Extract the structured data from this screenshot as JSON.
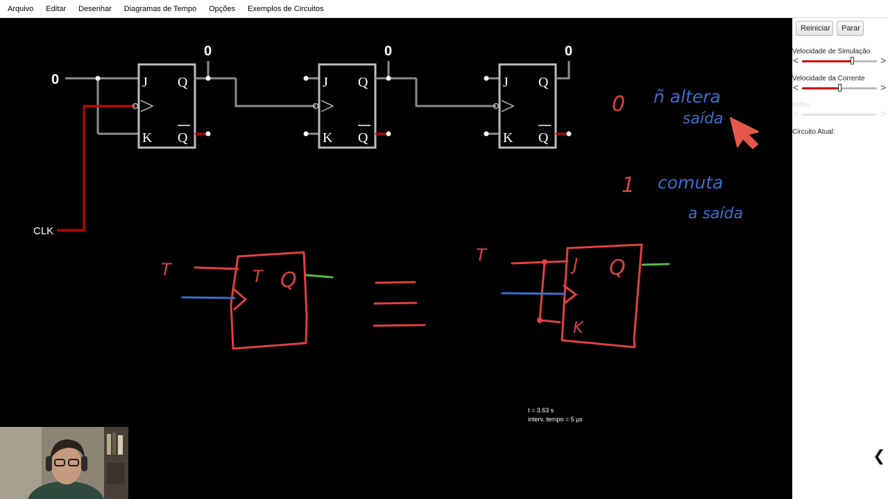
{
  "menu": [
    "Arquivo",
    "Editar",
    "Desenhar",
    "Diagramas de Tempo",
    "Opções",
    "Exemplos de Circuitos"
  ],
  "panel": {
    "reset_label": "Reiniciar",
    "stop_label": "Parar",
    "sim_speed_label": "Velocidade de Simulação",
    "sim_speed_value": 0.67,
    "current_speed_label": "Velocidade da Corrente",
    "current_speed_value": 0.5,
    "brightness_label": "Brilho",
    "current_circuit_label": "Circuito Atual:"
  },
  "circuit": {
    "input_value": "0",
    "clock_label": "CLK",
    "flipflops": [
      {
        "j": "J",
        "k": "K",
        "q": "Q",
        "qbar": "Q",
        "output": "0"
      },
      {
        "j": "J",
        "k": "K",
        "q": "Q",
        "qbar": "Q",
        "output": "0"
      },
      {
        "j": "J",
        "k": "K",
        "q": "Q",
        "qbar": "Q",
        "output": "0"
      }
    ]
  },
  "status": {
    "time": "t = 3.63 s",
    "timestep": "interv. tempo = 5 µs"
  },
  "annotations": {
    "zero": "0",
    "zero_note_line1": "ñ altera",
    "zero_note_line2": "saída",
    "one": "1",
    "one_note_line1": "comuta",
    "one_note_line2": "a saída",
    "t_input_left": "T",
    "t_ff_label": "T",
    "t_ff_q": "Q",
    "t_input_right": "T",
    "jk_j": "J",
    "jk_q": "Q",
    "jk_k": "K",
    "equivalence": "≡"
  },
  "colors": {
    "wire": "#8c8c8c",
    "wire_active": "#d00000",
    "ink_red": "#e04040",
    "ink_blue": "#3a6fd0",
    "ink_green": "#5ab84a"
  }
}
